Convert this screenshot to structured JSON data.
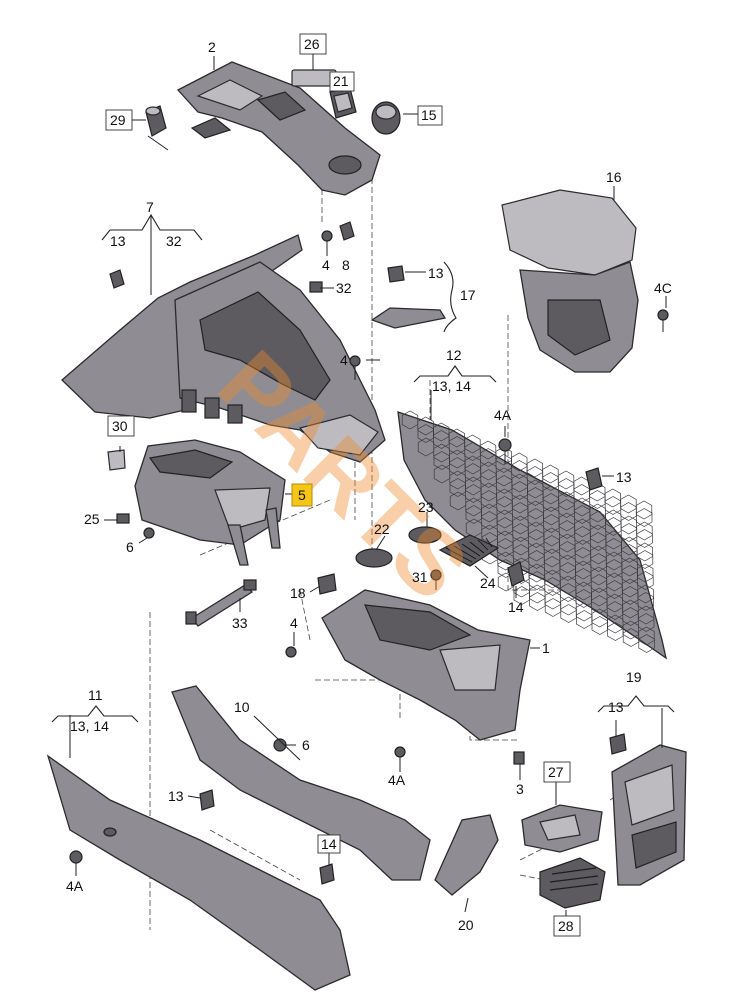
{
  "labels": {
    "l1": "1",
    "l2": "2",
    "l3": "3",
    "l4a": "4",
    "l4b": "4",
    "l4c": "4",
    "l4d": "4",
    "l4A1": "4A",
    "l4A2": "4A",
    "l4A3": "4A",
    "l4C": "4C",
    "l5": "5",
    "l6a": "6",
    "l6b": "6",
    "l7": "7",
    "l8": "8",
    "l10": "10",
    "l11": "11",
    "l12": "12",
    "l12sub": "13, 14",
    "l11sub": "13, 14",
    "l13a": "13",
    "l13b": "13",
    "l13c": "13",
    "l13d": "13",
    "l13e": "13",
    "l13f": "13",
    "l14a": "14",
    "l14b": "14",
    "l15": "15",
    "l16": "16",
    "l17": "17",
    "l18": "18",
    "l19": "19",
    "l20": "20",
    "l21": "21",
    "l22": "22",
    "l23": "23",
    "l24": "24",
    "l25": "25",
    "l26": "26",
    "l27": "27",
    "l28": "28",
    "l29": "29",
    "l30": "30",
    "l31": "31",
    "l32a": "32",
    "l32b": "32",
    "l33": "33"
  },
  "watermark": {
    "text": "PARTS",
    "color": "#f08a2a"
  },
  "colors": {
    "part_fill": "#8f8c93",
    "outline": "#2b2b2e",
    "highlight_label": "#f5c518"
  }
}
